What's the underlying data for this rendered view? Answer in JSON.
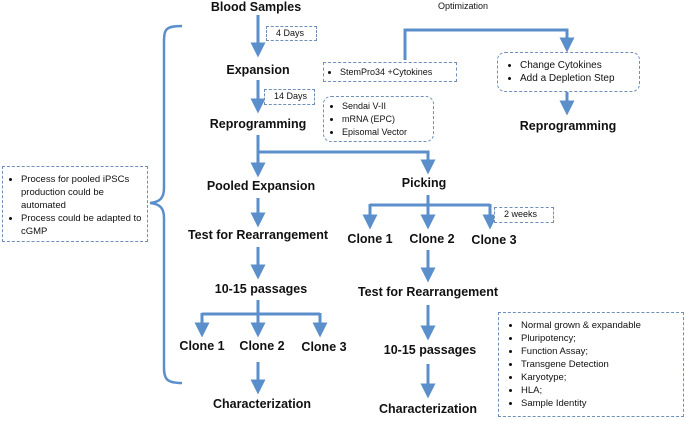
{
  "steps": {
    "blood_samples": "Blood Samples",
    "expansion": "Expansion",
    "reprogramming_left": "Reprogramming",
    "reprogramming_right": "Reprogramming",
    "pooled_expansion": "Pooled Expansion",
    "picking": "Picking",
    "test_rearrangement_left": "Test for Rearrangement",
    "test_rearrangement_right": "Test for Rearrangement",
    "passages_left": "10-15 passages",
    "passages_right": "10-15 passages",
    "characterization_left": "Characterization",
    "characterization_right": "Characterization",
    "clone1_left": "Clone 1",
    "clone2_left": "Clone 2",
    "clone3_left": "Clone 3",
    "clone1_right": "Clone 1",
    "clone2_right": "Clone 2",
    "clone3_right": "Clone 3"
  },
  "labels": {
    "optimization": "Optimization",
    "four_days": "4 Days",
    "fourteen_days": "14 Days",
    "two_weeks": "2 weeks",
    "stempro": "StemPro34 +Cytokines"
  },
  "reprogramming_methods": [
    "Sendai V-II",
    "mRNA (EPC)",
    "Episomal Vector"
  ],
  "optimization_steps": [
    "Change Cytokines",
    "Add a Depletion Step"
  ],
  "process_notes": [
    "Process for pooled iPSCs production could be automated",
    "Process could be adapted to cGMP"
  ],
  "characterization_items": [
    "Normal grown & expandable",
    "Pluripotency;",
    "Function Assay;",
    "Transgene Detection",
    "Karyotype;",
    "HLA;",
    "Sample Identity"
  ],
  "colors": {
    "arrow": "#5b8fcb",
    "box_border": "#6f8fb8",
    "text": "#111111"
  }
}
